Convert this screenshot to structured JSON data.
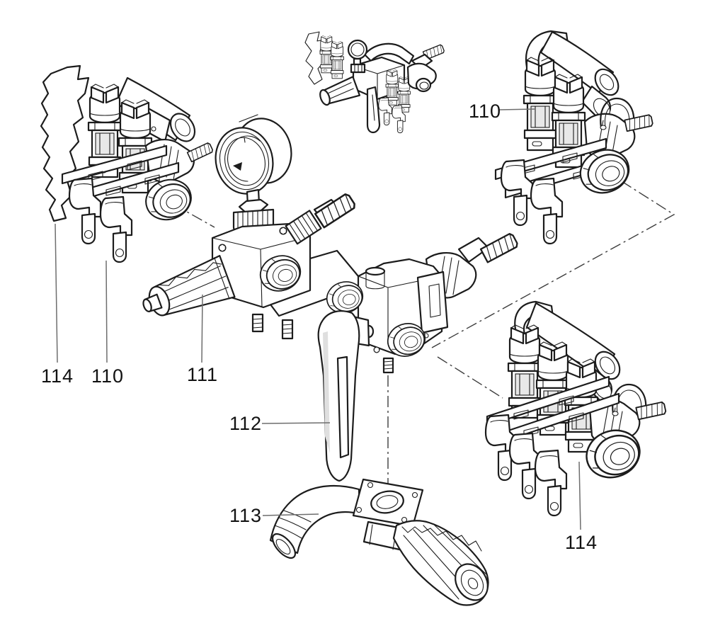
{
  "figure": {
    "type": "exploded-parts-diagram",
    "background_color": "#ffffff",
    "line_color": "#1c1c1c",
    "leader_color": "#6e6e6e",
    "callouts": [
      {
        "id": "114-left",
        "text": "114"
      },
      {
        "id": "110-left",
        "text": "110"
      },
      {
        "id": "111",
        "text": "111"
      },
      {
        "id": "112",
        "text": "112"
      },
      {
        "id": "113",
        "text": "113"
      },
      {
        "id": "110-right",
        "text": "110"
      },
      {
        "id": "114-right",
        "text": "114"
      }
    ]
  }
}
